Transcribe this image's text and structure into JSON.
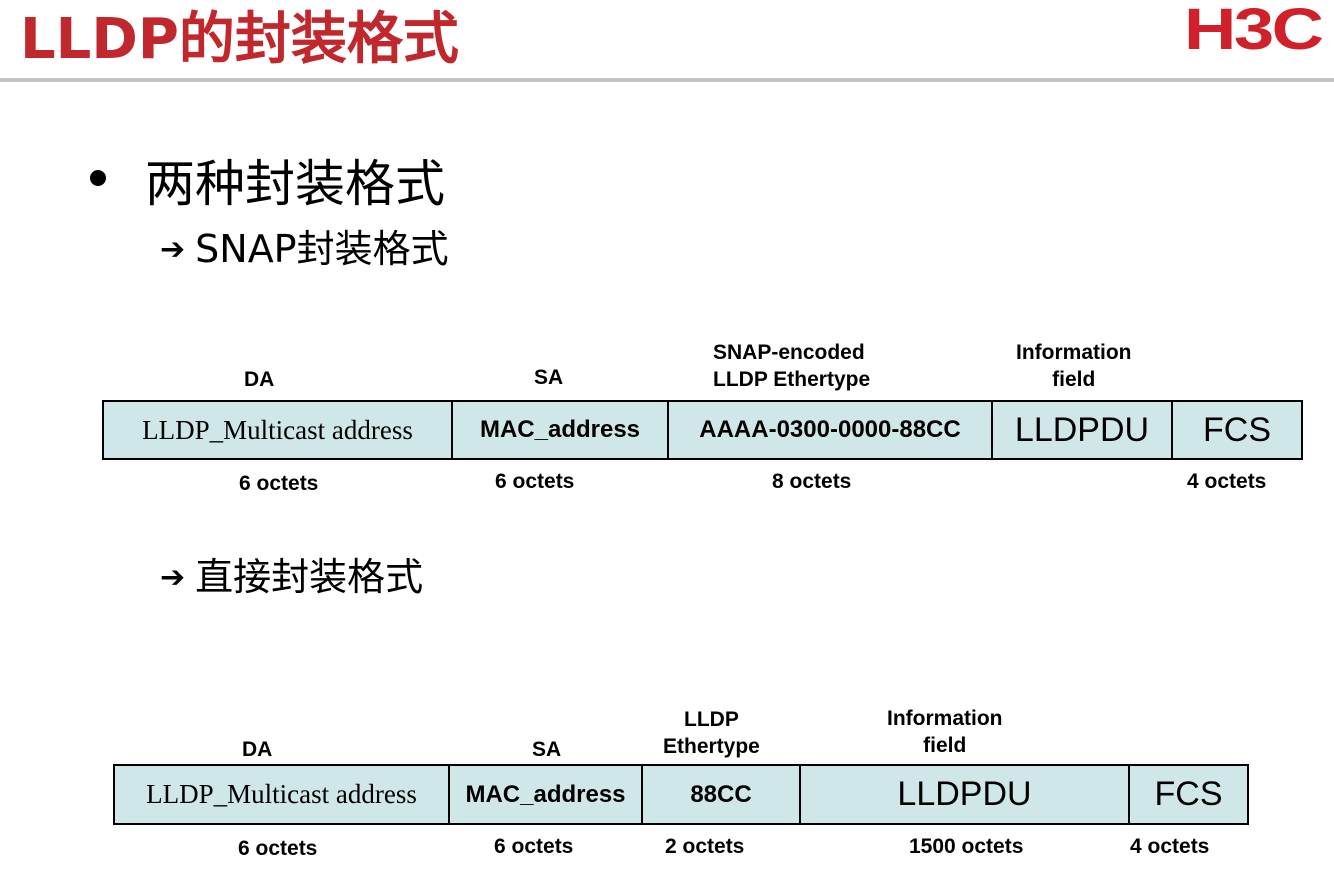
{
  "header": {
    "title": "LLDP的封装格式",
    "logo": "H3C"
  },
  "colors": {
    "title": "#c0282d",
    "cell_fill": "#cfe7e8",
    "rule": "#c4c4c4"
  },
  "bullet": {
    "text": "两种封装格式"
  },
  "snap": {
    "heading": "SNAP封装格式",
    "labels": {
      "da": "DA",
      "sa": "SA",
      "ethertype_line1": "SNAP-encoded",
      "ethertype_line2": "LLDP Ethertype",
      "info_line1": "Information",
      "info_line2": "field"
    },
    "cells": {
      "da": "LLDP_Multicast address",
      "sa": "MAC_address",
      "ethertype": "AAAA-0300-0000-88CC",
      "info": "LLDPDU",
      "fcs": "FCS"
    },
    "sizes": {
      "da": "6 octets",
      "sa": "6 octets",
      "ethertype": "8 octets",
      "fcs": "4 octets"
    }
  },
  "direct": {
    "heading": "直接封装格式",
    "labels": {
      "da": "DA",
      "sa": "SA",
      "ethertype_line1": "LLDP",
      "ethertype_line2": "Ethertype",
      "info_line1": "Information",
      "info_line2": "field"
    },
    "cells": {
      "da": "LLDP_Multicast address",
      "sa": "MAC_address",
      "ethertype": "88CC",
      "info": "LLDPDU",
      "fcs": "FCS"
    },
    "sizes": {
      "da": "6 octets",
      "sa": "6 octets",
      "ethertype": "2 octets",
      "info": "1500 octets",
      "fcs": "4 octets"
    }
  }
}
